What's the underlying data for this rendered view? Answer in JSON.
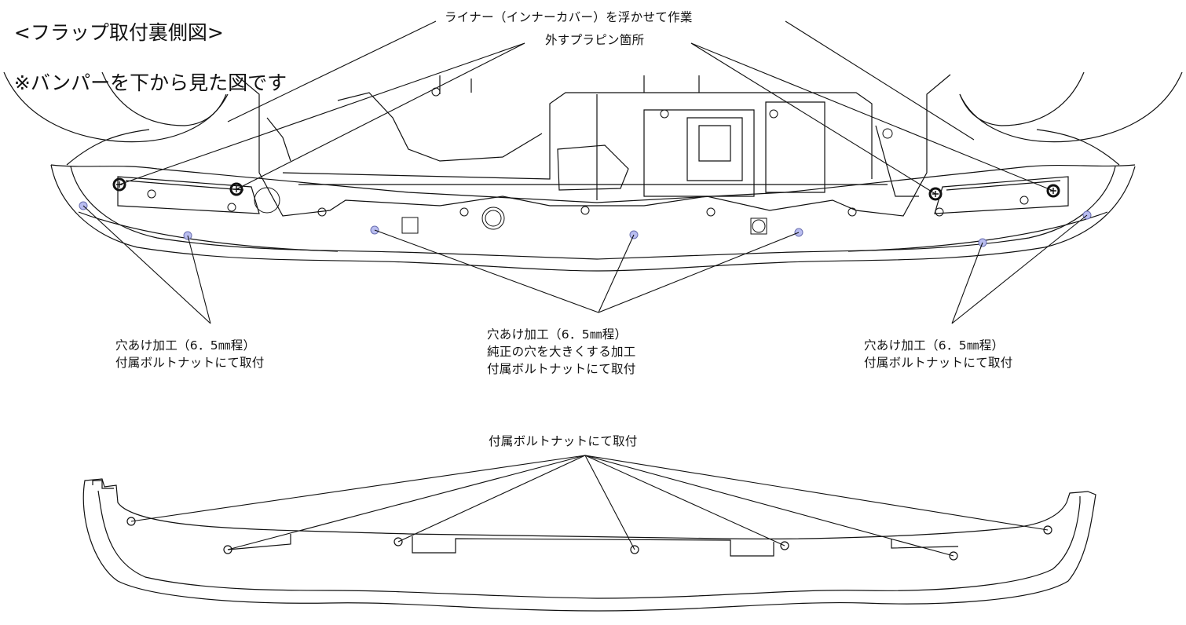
{
  "title": {
    "line1": "<フラップ取付裏側図>",
    "line2": "※バンパーを下から見た図です"
  },
  "callouts": {
    "liner": "ライナー（インナーカバー）を浮かせて作業",
    "pins": "外すプラピン箇所",
    "left_holes": {
      "line1": "穴あけ加工（6．5㎜程）",
      "line2": "付属ボルトナットにて取付"
    },
    "center_holes": {
      "line1": "穴あけ加工（6．5㎜程）",
      "line2": "純正の穴を大きくする加工",
      "line3": "付属ボルトナットにて取付"
    },
    "right_holes": {
      "line1": "穴あけ加工（6．5㎜程）",
      "line2": "付属ボルトナットにて取付"
    },
    "flap_bolts": "付属ボルトナットにて取付"
  },
  "colors": {
    "drill_hole": "#b9bdf0",
    "line": "#111111",
    "background": "#ffffff"
  }
}
